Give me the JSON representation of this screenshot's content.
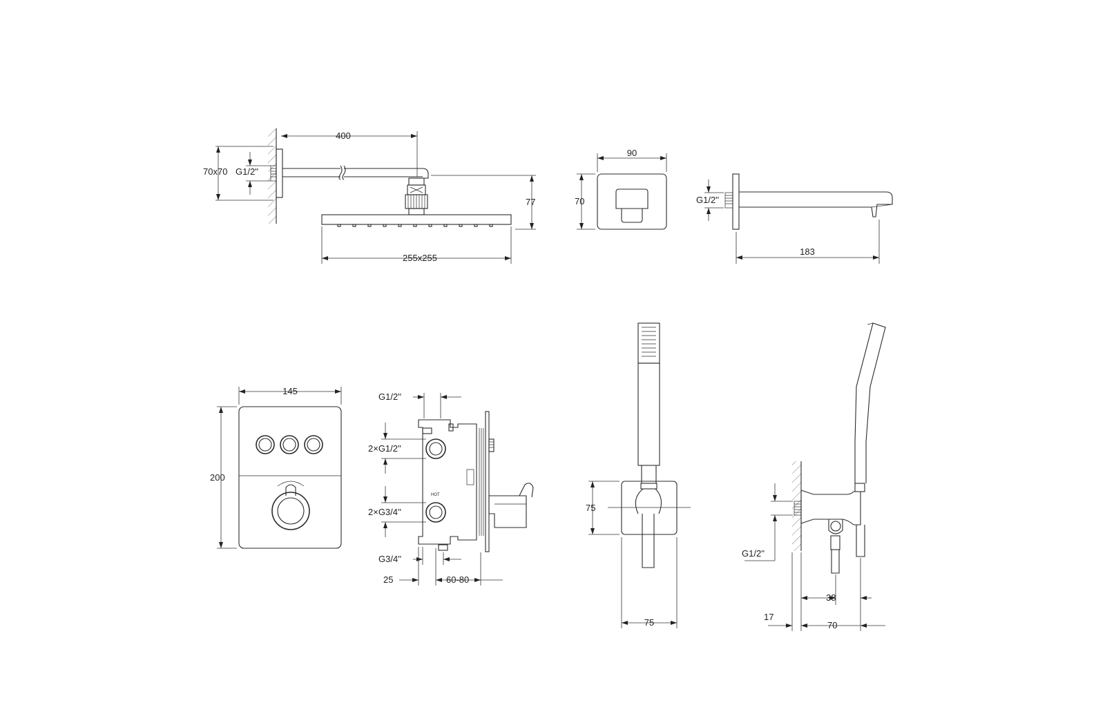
{
  "labels": {
    "arm_length": "400",
    "flange_size": "70x70",
    "arm_thread": "G1/2''",
    "shower_height": "77",
    "showerhead_size": "255x255",
    "spout_width": "90",
    "spout_height": "70",
    "spout_thread": "G1/2''",
    "spout_length": "183",
    "panel_width": "145",
    "panel_height": "200",
    "valve_top_thread": "G1/2''",
    "valve_outlets": "2×G1/2''",
    "valve_inlets": "2×G3/4''",
    "valve_bottom_thread": "G3/4''",
    "valve_depth_front": "25",
    "valve_depth_range": "60-80",
    "hot_marking": "HOT",
    "holder_height": "75",
    "holder_width": "75",
    "elbow_thread": "G1/2''",
    "elbow_offset": "38",
    "elbow_wall": "17",
    "elbow_depth": "70"
  },
  "colors": {
    "line": "#2a2a2a",
    "background": "#ffffff"
  }
}
